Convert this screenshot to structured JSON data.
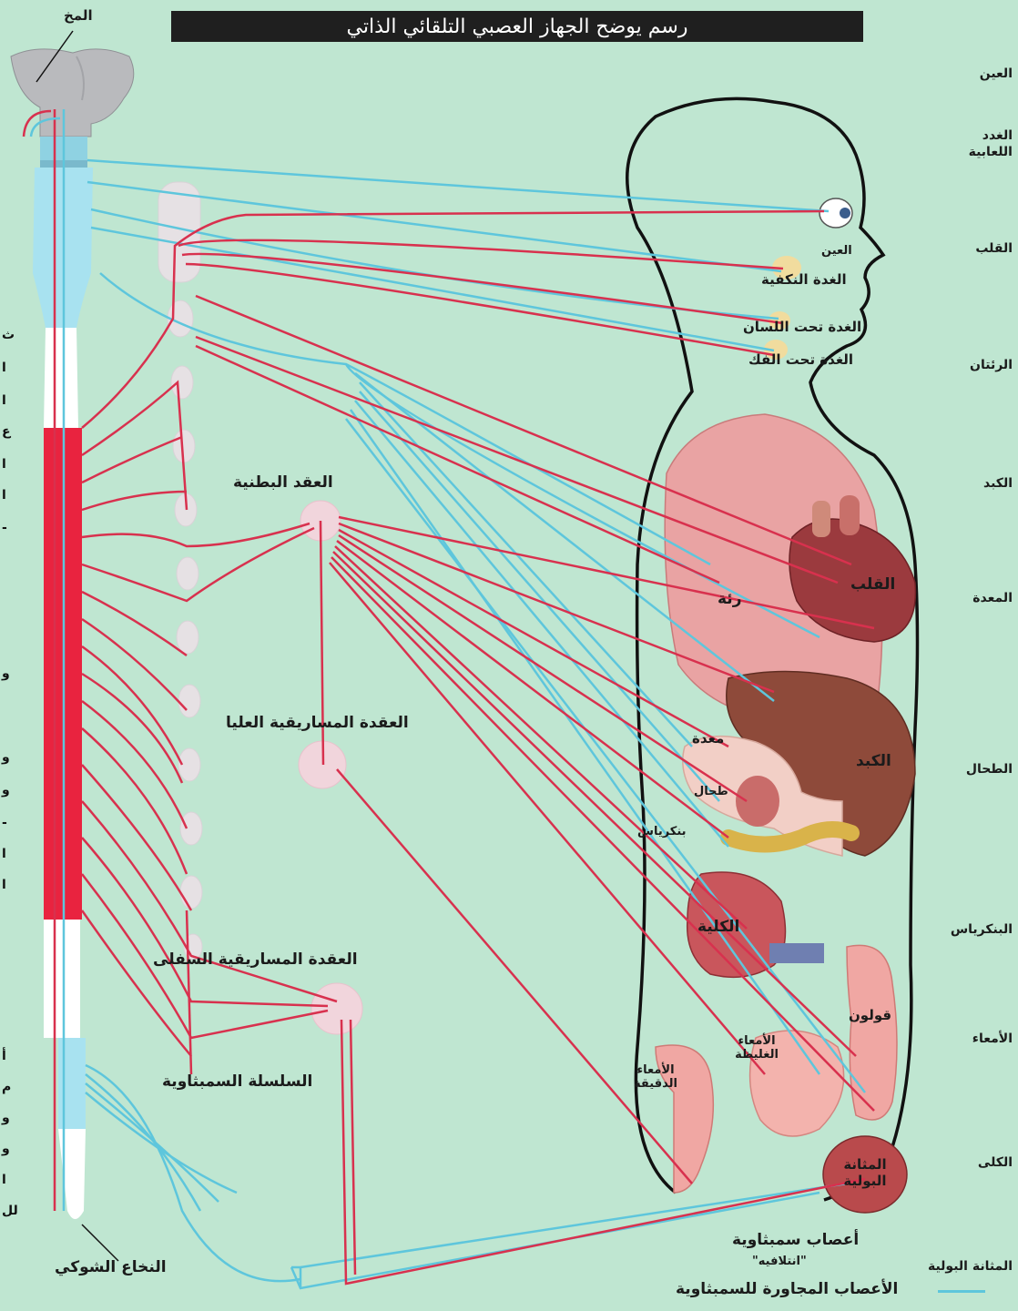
{
  "title": "رسم يوضح الجهاز العصبي التلقائي الذاتي",
  "labels": {
    "brain": "المخ",
    "spinal_cord": "النخاع الشوكي",
    "celiac_ganglion": "العقد البطنية",
    "superior_mesenteric": "العقدة المساريقية العليا",
    "inferior_mesenteric": "العقدة المساريقية السفلى",
    "sympathetic_chain": "السلسلة السمبثاوية",
    "eye": "العين",
    "parotid": "الغدة النكفية",
    "sublingual": "الغدة تحت اللسان",
    "submandibular": "الغدة تحت الفك",
    "lung": "رئة",
    "heart": "القلب",
    "liver": "الكبد",
    "stomach": "معدة",
    "spleen": "طحال",
    "pancreas": "بنكرياس",
    "kidney": "الكلية",
    "colon": "قولون",
    "large_intestine": "الأمعاء الغليظة",
    "small_intestine": "الأمعاء الدقيقة",
    "bladder": "المثانة البولية"
  },
  "sidebar": [
    "العين",
    "الغدد\nاللعابية",
    "القلب",
    "الرئتان",
    "الكبد",
    "المعدة",
    "الطحال",
    "البنكرياس",
    "الأمعاء",
    "الكلى",
    "المثانة البولية"
  ],
  "legend": {
    "sympathetic": "أعصاب سمبثاوية",
    "sympathetic_sub": "\"انتلافيه\"",
    "parasympathetic": "الأعصاب المجاورة للسمبثاوية"
  },
  "edge_fragments": [
    "ث",
    "ا",
    "ا",
    "ع",
    "ا",
    "ا",
    "-",
    "و",
    "و",
    "و",
    "-",
    "ا",
    "ا",
    "أ",
    "م",
    "و",
    "و",
    "ا",
    "لل"
  ],
  "colors": {
    "background": "#bfe6d1",
    "sympathetic_nerve": "#d8314e",
    "parasympathetic_nerve": "#5ec6dc",
    "title_bar": "#1f1f1f"
  }
}
